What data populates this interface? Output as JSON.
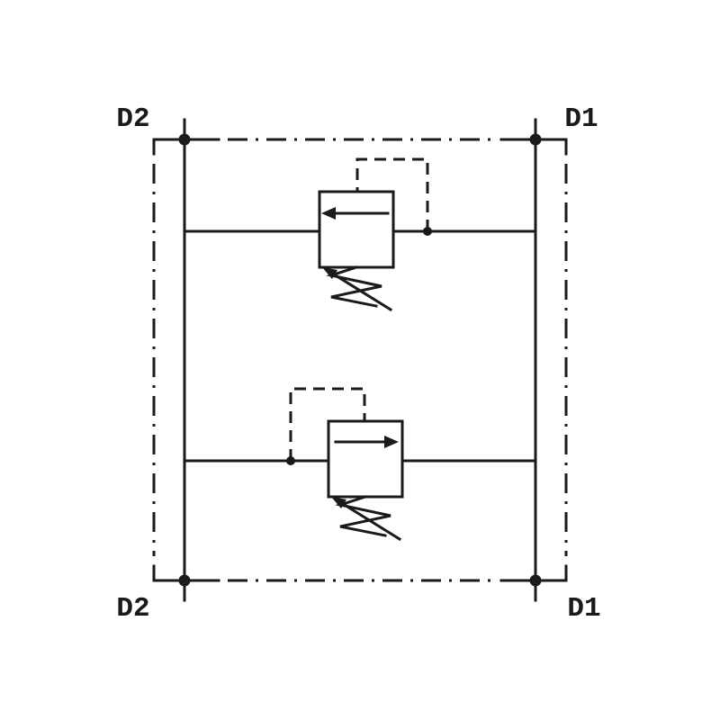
{
  "diagram": {
    "kind": "hydraulic-schematic-dual-cross-relief-valve",
    "ports": {
      "top_left": "D2",
      "top_right": "D1",
      "bottom_left": "D2",
      "bottom_right": "D1"
    },
    "components": {
      "upper_valve": "pressure-relief-valve-arrow-left-with-dashed-pilot",
      "lower_valve": "pressure-relief-valve-arrow-right-with-dashed-pilot"
    },
    "colors": {
      "line": "#1a1a1a",
      "background": "#ffffff"
    }
  }
}
